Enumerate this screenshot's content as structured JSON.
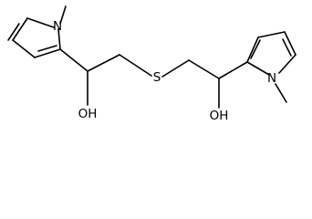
{
  "molecule": {
    "labels": {
      "n_left": "N",
      "n_right": "N",
      "sulfur": "S",
      "oh_left": "OH",
      "oh_right": "OH"
    },
    "colors": {
      "bond": "#000000",
      "background": "#ffffff"
    }
  }
}
